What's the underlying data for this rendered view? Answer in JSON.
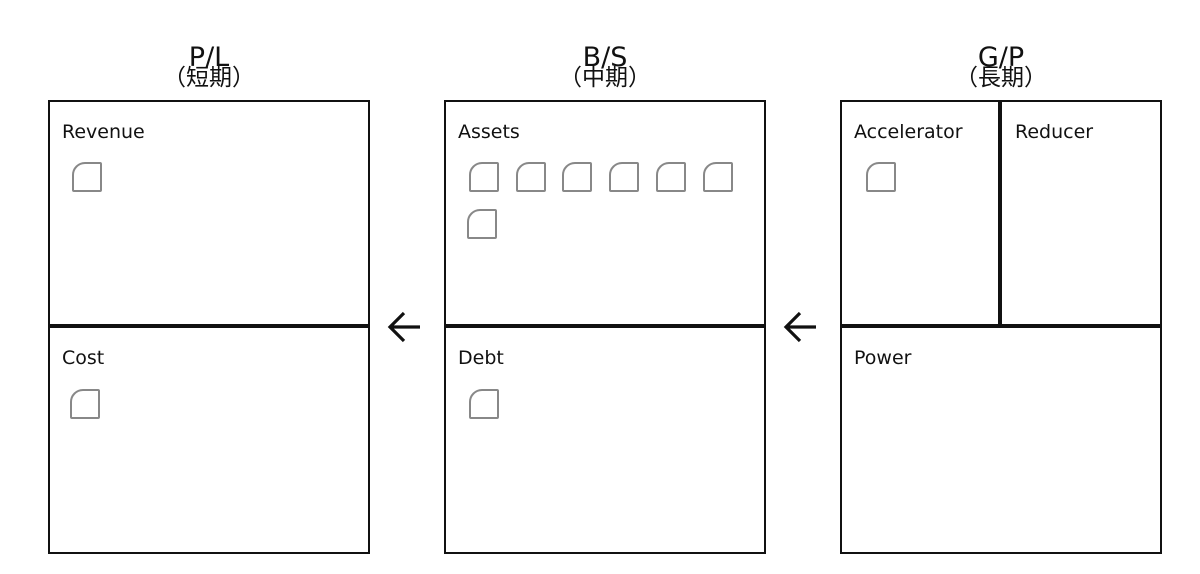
{
  "columns": [
    {
      "title": "P/L",
      "subtitle": "（短期）",
      "sections": [
        {
          "label": "Revenue",
          "cards": 1
        },
        {
          "label": "Cost",
          "cards": 1
        }
      ]
    },
    {
      "title": "B/S",
      "subtitle": "（中期）",
      "sections": [
        {
          "label": "Assets",
          "cards": 7
        },
        {
          "label": "Debt",
          "cards": 1
        }
      ]
    },
    {
      "title": "G/P",
      "subtitle": "（長期）",
      "sections": [
        {
          "label": "Accelerator",
          "cards": 1
        },
        {
          "label": "Reducer",
          "cards": 0
        },
        {
          "label": "Power",
          "cards": 0
        }
      ]
    }
  ],
  "connectors": [
    {
      "from": "B/S",
      "to": "P/L",
      "icon": "arrow-left-icon"
    },
    {
      "from": "G/P",
      "to": "B/S",
      "icon": "arrow-left-icon"
    }
  ],
  "colors": {
    "line": "#111111",
    "card_border": "#888888",
    "background": "#ffffff"
  }
}
